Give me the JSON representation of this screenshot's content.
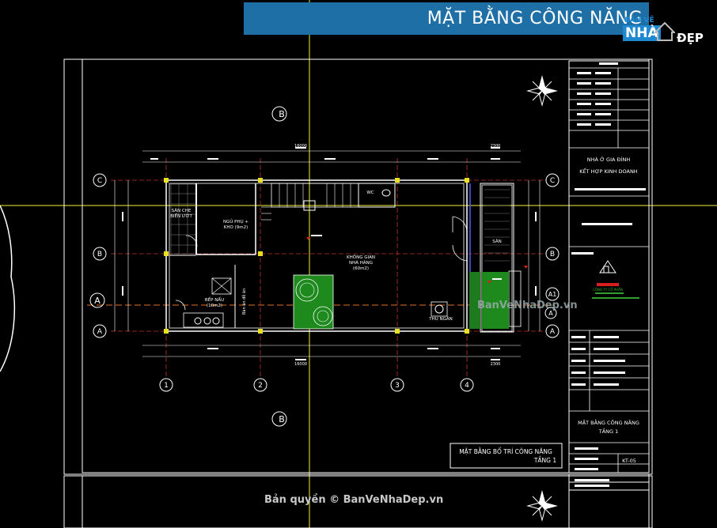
{
  "banner_title": "MẶT BẰNG CÔNG NĂNG",
  "logo": {
    "brand_top": "BẢN VẼ",
    "brand_main": "NHÀ",
    "brand_suffix": "ĐẸP",
    "site": "BanVeNhaDep.vn"
  },
  "rooms": {
    "san_che": "SÂN CHE\nBIỂN ƯỚT",
    "ngu_phu": "NGỦ PHỤ +\nKHO (9m2)",
    "khong_gian": "KHÔNG GIAN\nNHÀ HÀNG\n(60m2)",
    "bep_nau": "BẾP NẤU\n(10m2)",
    "thu_ngan": "THU NGÂN",
    "san": "SÂN",
    "wc": "WC",
    "ban_an": "Bàn ăn đồ ăn"
  },
  "dimensions": {
    "total": "16000",
    "right": "2300"
  },
  "grid_axes": {
    "rows": [
      "C",
      "B",
      "A"
    ],
    "cols": [
      "1",
      "2",
      "3",
      "4"
    ],
    "extra": "A1"
  },
  "section_marks": [
    "B",
    "B",
    "A",
    "A"
  ],
  "title_block": {
    "project_line1": "NHÀ Ở GIA ĐÌNH",
    "project_line2": "KẾT HỢP KINH DOANH",
    "drawing_title_1": "MẶT BẰNG CÔNG NĂNG",
    "drawing_title_2": "TẦNG 1",
    "sheet_no": "KT-05",
    "company": "CÔNG TY CỔ PHẦN"
  },
  "plan_caption": {
    "line1": "MẶT BẰNG BỐ TRÍ CÔNG NĂNG",
    "line2": "TẦNG 1"
  },
  "watermark": "BanVeNhaDep.vn",
  "copyright": "Bản quyền © BanVeNhaDep.vn"
}
